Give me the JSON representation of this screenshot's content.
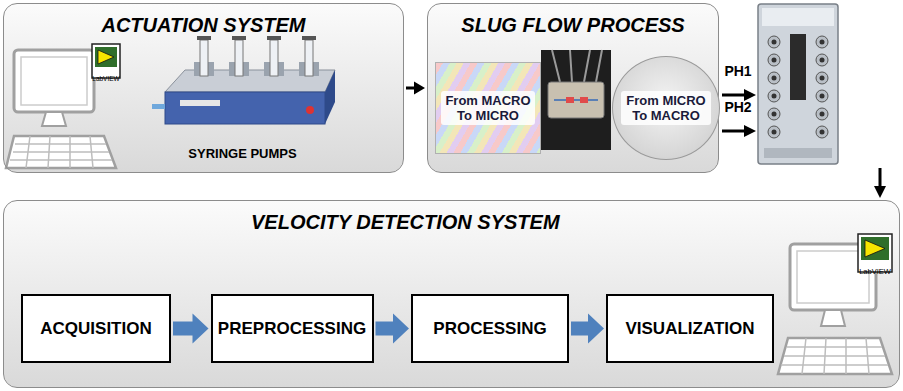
{
  "diagram": {
    "nodes": [
      {
        "text": [
          "ACTUATION SYSTEM"
        ]
      },
      {
        "text": [
          "SLUG FLOW PROCESS"
        ]
      },
      {
        "text": [
          "From MACRO To MICRO"
        ],
        "in": 1
      },
      {
        "text": [
          "From MICRO To MACRO"
        ],
        "in": 1
      },
      {
        "text": [
          "VELOCITY DETECTION SYSTEM"
        ]
      },
      {
        "text": [
          "ACQUISITION"
        ],
        "in": 4
      },
      {
        "text": [
          "PREPROCESSING"
        ],
        "in": 4
      },
      {
        "text": [
          "PROCESSING"
        ],
        "in": 4
      },
      {
        "text": [
          "VISUALIZATION"
        ],
        "in": 4
      }
    ],
    "edges": [
      {
        "from": 0,
        "to": 1,
        "arrow": "to"
      },
      {
        "from": 5,
        "to": 6,
        "arrow": "to"
      },
      {
        "from": 6,
        "to": 7,
        "arrow": "to"
      },
      {
        "from": 7,
        "to": 8,
        "arrow": "to"
      }
    ],
    "labels": [
      "LabVIEW",
      "SYRINGE PUMPS",
      "PH1",
      "PH2",
      "LabVIEW"
    ]
  }
}
